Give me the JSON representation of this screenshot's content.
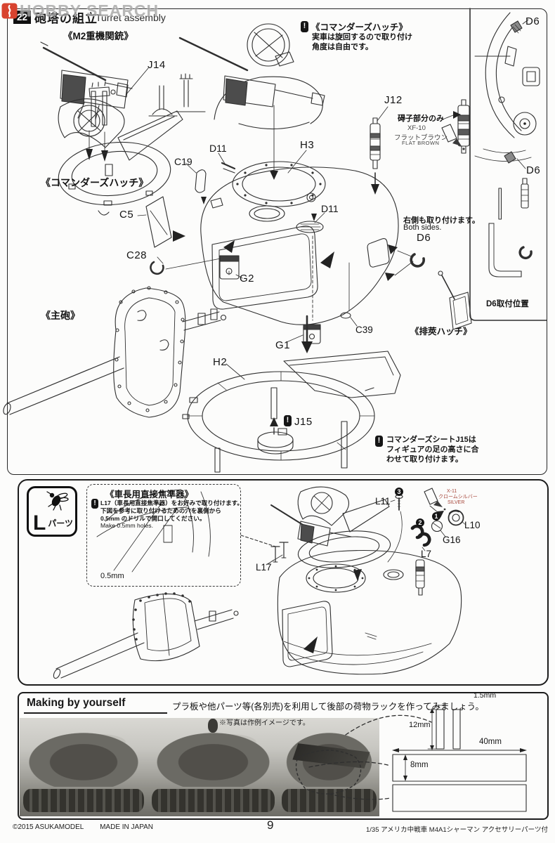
{
  "watermark": {
    "brand": "HOBBY SEARCH"
  },
  "step": {
    "number": "22",
    "title_jp": "砲塔の組立",
    "title_en": "Turret assembly"
  },
  "top": {
    "m2_label": "《M2重機関銃》",
    "j14": "J14",
    "hatch_label": "《コマンダーズハッチ》",
    "hatch_note": {
      "title": "《コマンダーズハッチ》",
      "line1": "実車は旋回するので取り付け",
      "line2": "角度は自由です。"
    },
    "c19": "C19",
    "d11_top": "D11",
    "h3": "H3",
    "j12": "J12",
    "d11_side": "D11",
    "paint_note": {
      "target": "碍子部分のみ",
      "code": "XF-10",
      "name_jp": "フラットブラウン",
      "name_en": "FLAT BROWN"
    },
    "c5": "C5",
    "c28": "C28",
    "g2": "G2",
    "main_gun_label": "《主砲》",
    "g1": "G1",
    "c39": "C39",
    "eject_hatch_label": "《排莢ハッチ》",
    "both_sides": {
      "jp": "右側も取り付けます。",
      "en": "Both sides."
    },
    "d6": "D6",
    "h2": "H2",
    "j15": "J15",
    "seat_note": {
      "line1": "コマンダーズシートJ15は",
      "line2": "フィギュアの足の高さに合",
      "line3": "わせて取り付けます。"
    },
    "sidebar": {
      "d6_top": "D6",
      "d6_bottom": "D6",
      "caption": "D6取付位置"
    }
  },
  "l_section": {
    "badge": {
      "letter": "L",
      "suffix": "パーツ"
    },
    "note": {
      "title": "《車長用直接焦準器》",
      "line1": "L17（車長用直接焦準器）をお好みで取り付けます。",
      "line2": "下図を参考に取り付けるための穴を裏側から",
      "line3": "0.5mm のドリルで開口してください。",
      "line4": "Make 0.5mm holes.",
      "dim": "0.5mm"
    },
    "l17": "L17",
    "l11": "L11",
    "l10": "L10",
    "g16": "G16",
    "l7": "L7",
    "steps": {
      "s1": "1",
      "s2": "2",
      "s3": "3"
    },
    "paint": {
      "code": "X-11",
      "name_jp": "クロームシルバー",
      "name_en": "SILVER"
    }
  },
  "bottom": {
    "title": "Making by yourself",
    "lead": "プラ板や他パーツ等(各別売)を利用して後部の荷物ラックを作ってみましょう。",
    "note": "※写真は作例イメージです。",
    "dims": {
      "strip_w": "1.5mm",
      "strip_h": "12mm",
      "plate_w": "40mm",
      "plate_h": "8mm"
    }
  },
  "footer": {
    "copyright": "©2015 ASUKAMODEL",
    "origin": "MADE IN JAPAN",
    "page": "9",
    "product": "1/35 アメリカ中戦車 M4A1シャーマン アクセサリーパーツ付"
  }
}
